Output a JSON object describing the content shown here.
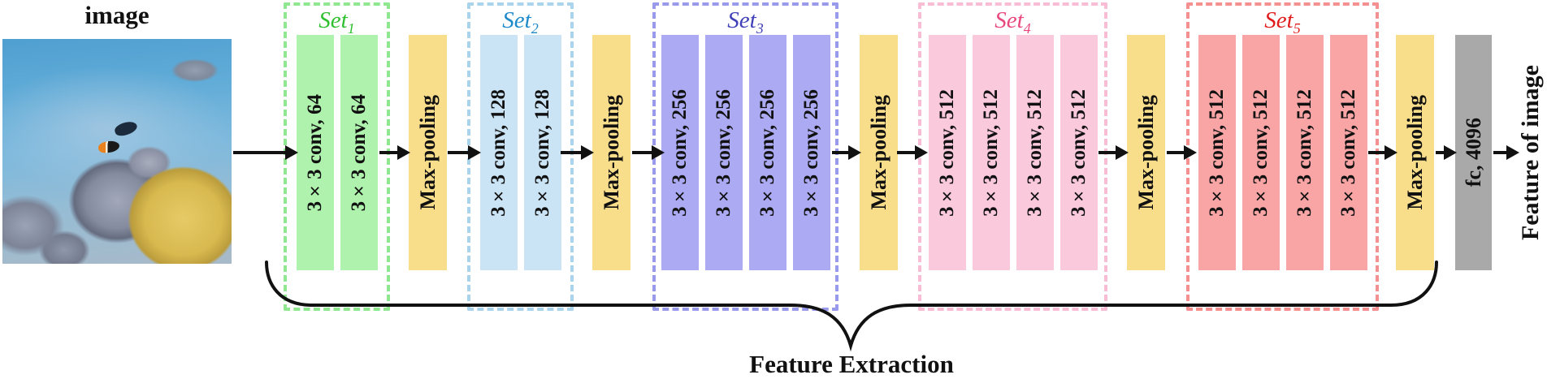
{
  "input": {
    "label": "image"
  },
  "photo": {
    "content": "underwater coral reef with two fish",
    "water_color": "#5aa8d4",
    "sand_color": "#9bbcd3",
    "gray_coral_color": "#7d8498",
    "yellow_coral_color": "#d7b94f"
  },
  "sets": [
    {
      "title": "Set",
      "sub": "1",
      "title_color": "#2ebf2e",
      "border_color": "#8fe88f",
      "fill_color": "#aff2ad",
      "layers": [
        "3×3 conv, 64",
        "3×3 conv, 64"
      ]
    },
    {
      "title": "Set",
      "sub": "2",
      "title_color": "#1f8ac9",
      "border_color": "#aad4ec",
      "fill_color": "#cbe4f5",
      "layers": [
        "3×3 conv, 128",
        "3×3 conv, 128"
      ]
    },
    {
      "title": "Set",
      "sub": "3",
      "title_color": "#4040b8",
      "border_color": "#9a9aec",
      "fill_color": "#abaaf3",
      "layers": [
        "3×3 conv, 256",
        "3×3 conv, 256",
        "3×3 conv, 256",
        "3×3 conv, 256"
      ]
    },
    {
      "title": "Set",
      "sub": "4",
      "title_color": "#e8487e",
      "border_color": "#f8bcd4",
      "fill_color": "#fbc9dc",
      "layers": [
        "3×3 conv, 512",
        "3×3 conv, 512",
        "3×3 conv, 512",
        "3×3 conv, 512"
      ]
    },
    {
      "title": "Set",
      "sub": "5",
      "title_color": "#e01d1d",
      "border_color": "#f59090",
      "fill_color": "#f9a5a5",
      "layers": [
        "3×3 conv, 512",
        "3×3 conv, 512",
        "3×3 conv, 512",
        "3×3 conv, 512"
      ]
    }
  ],
  "pools": {
    "label": "Max-pooling",
    "fill_color": "#f8dd8a"
  },
  "fc": {
    "label": "fc, 4096",
    "fill_color": "#a9a9a9"
  },
  "output": {
    "label": "Feature of image"
  },
  "brace": {
    "label": "Feature Extraction",
    "color": "#111111"
  }
}
